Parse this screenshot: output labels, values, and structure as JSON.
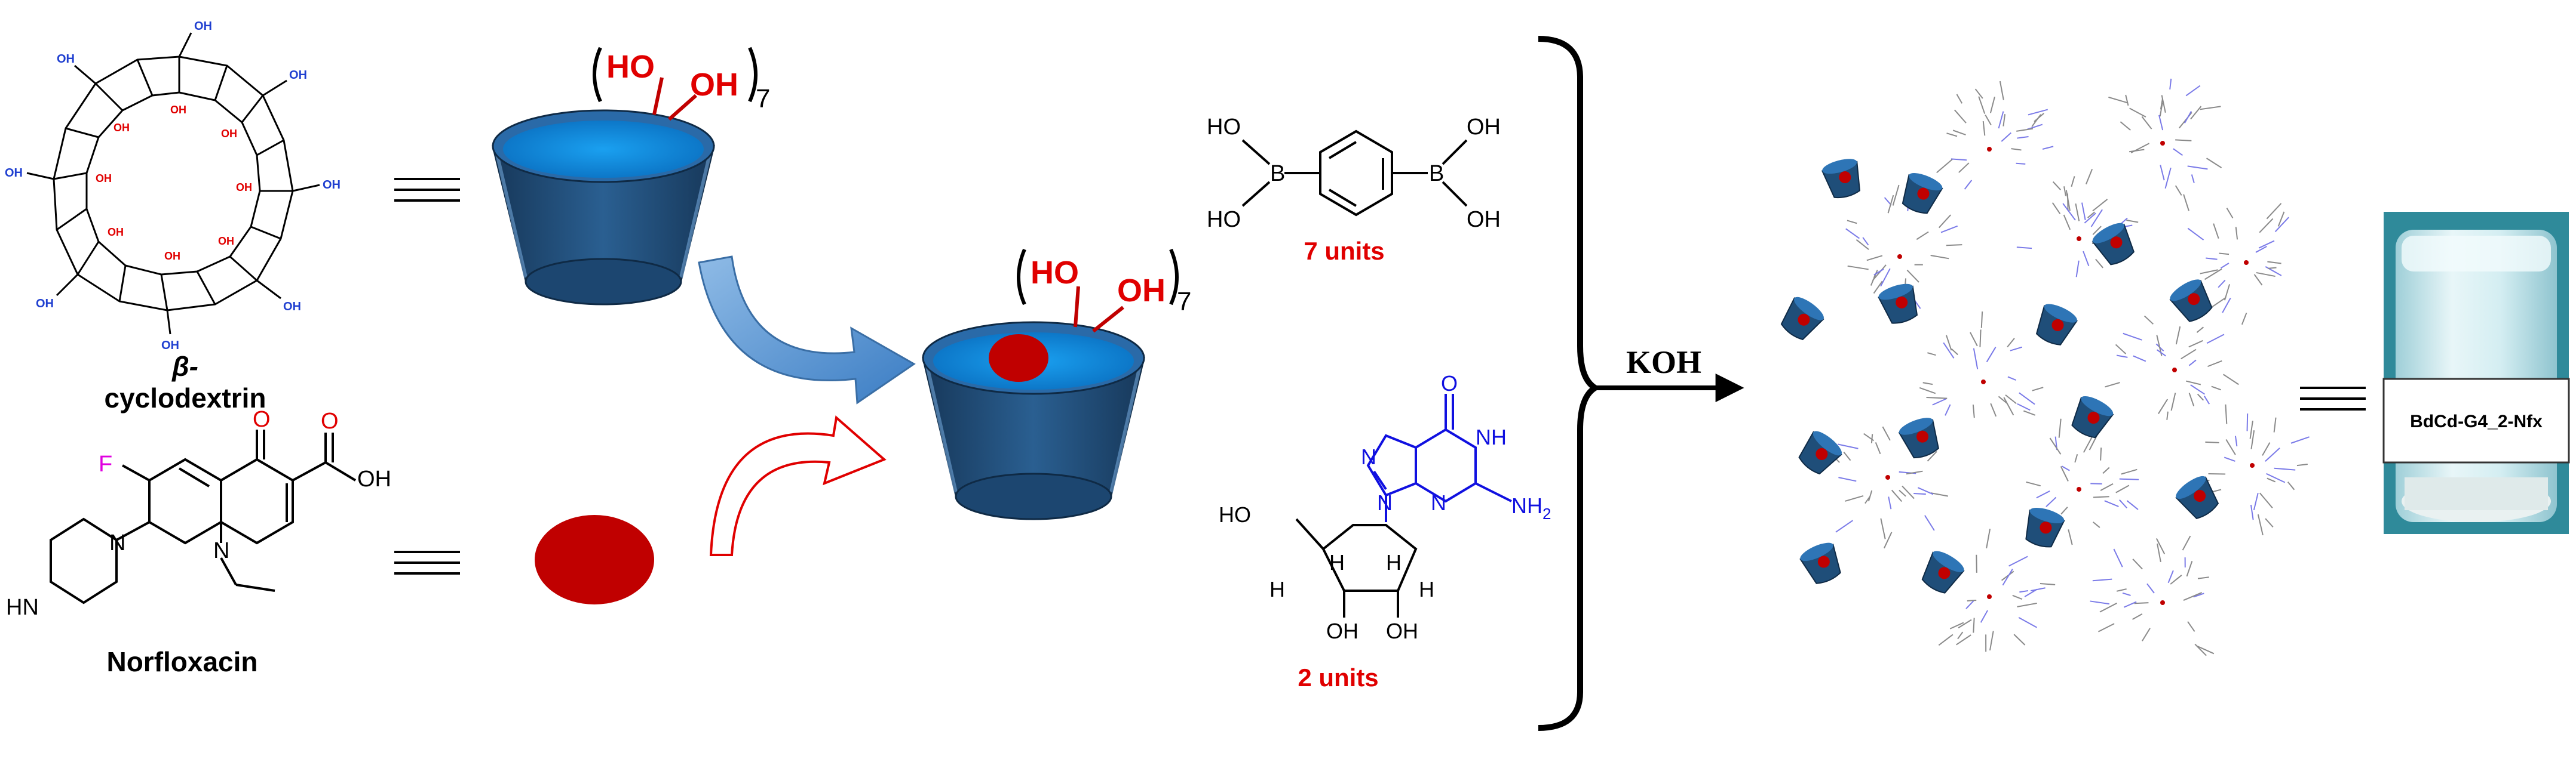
{
  "labels": {
    "beta_line1": "β-",
    "beta_line2": "cyclodextrin",
    "norfloxacin": "Norfloxacin",
    "units_7": "7 units",
    "units_2": "2 units",
    "reagent": "KOH",
    "vial_label": "BdCd-G4_2-Nfx",
    "cup_oh1": "HO",
    "cup_oh2": "OH",
    "cup_subscript": "7",
    "bdba_ho_top": "HO",
    "bdba_ho_bottom": "HO",
    "bdba_oh_top": "OH",
    "bdba_oh_bottom": "OH",
    "boron": "B",
    "nor_f": "F",
    "nor_o": "O",
    "nor_cooh": "OH",
    "nor_n1": "N",
    "nor_n2": "N",
    "nor_hn": "HN",
    "guo_o": "O",
    "guo_nh": "NH",
    "guo_nh2": "NH",
    "guo_nh2_sub": "2",
    "guo_n": "N",
    "guo_ho": "HO",
    "guo_h1": "H",
    "guo_h2": "H",
    "guo_h3": "H",
    "guo_h4": "H",
    "guo_oh1": "OH",
    "guo_oh2": "OH",
    "cd_oh": "OH"
  },
  "colors": {
    "cup_dark": "#1f4e79",
    "cup_top": "#2e75b6",
    "cup_inner": "#0b8fe0",
    "drug_red": "#c00000",
    "oh_red": "#e00000",
    "arrow_blue": "#5b9bd5",
    "guanosine_blue": "#1010e0",
    "fluorine_magenta": "#e000e0",
    "cd_blue": "#1f3fd0"
  }
}
